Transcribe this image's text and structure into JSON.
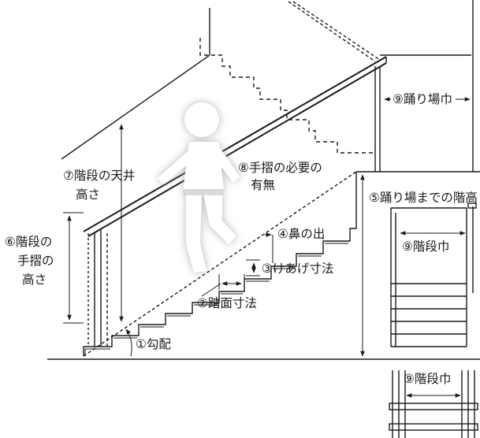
{
  "labels": {
    "slope": "①勾配",
    "tread": "②踏面寸法",
    "riser": "③けあげ寸法",
    "nosing": "④鼻の出",
    "landing_height": "⑤踊り場までの階高",
    "handrail_height_1": "⑥階段の",
    "handrail_height_2": "手摺の",
    "handrail_height_3": "高さ",
    "ceiling_height_1": "⑦階段の天井",
    "ceiling_height_2": "高さ",
    "handrail_need_1": "⑧手摺の必要の",
    "handrail_need_2": "有無",
    "landing_width": "⑨踊り場巾",
    "stair_width_front": "⑨階段巾",
    "stair_width_top": "⑨階段巾"
  },
  "colors": {
    "line": "#1a1a1a",
    "figure": "#ffffff",
    "figure_shadow": "#c8c8c8",
    "figure_belt": "#d9d9d9"
  }
}
